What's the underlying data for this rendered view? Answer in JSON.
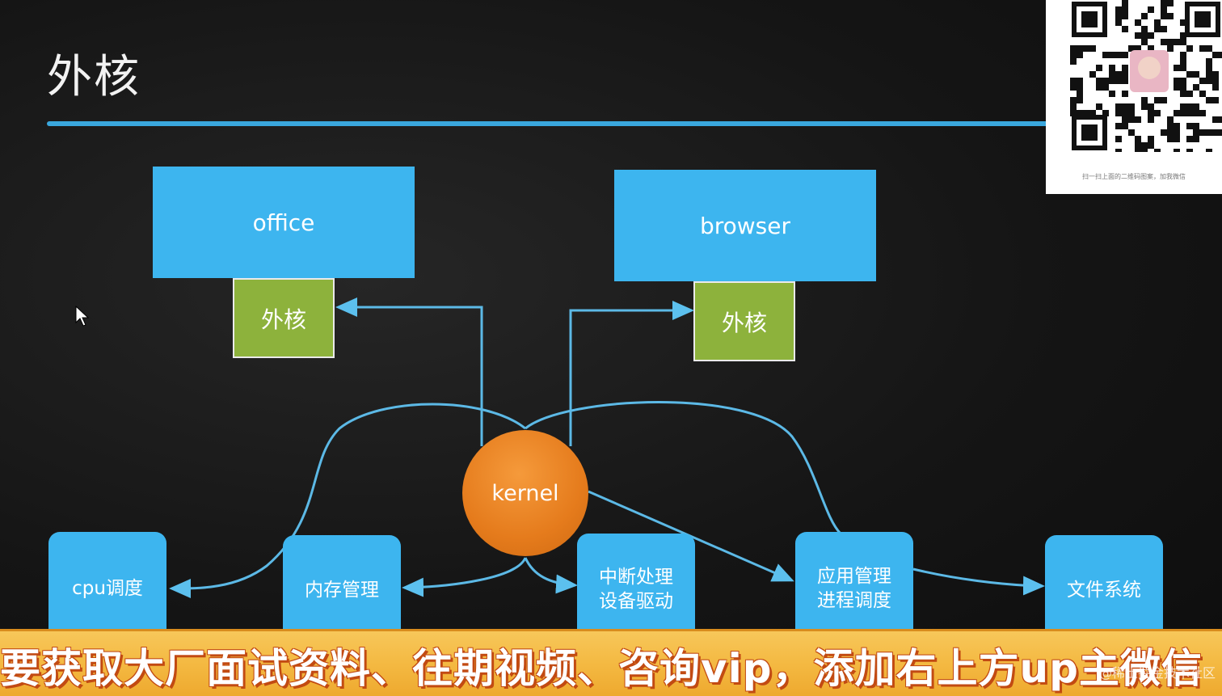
{
  "title": "外核",
  "apps": [
    {
      "label": "office",
      "shell": "外核"
    },
    {
      "label": "browser",
      "shell": "外核"
    }
  ],
  "kernel": "kernel",
  "modules": [
    {
      "line1": "cpu调度",
      "line2": ""
    },
    {
      "line1": "内存管理",
      "line2": ""
    },
    {
      "line1": "中断处理",
      "line2": "设备驱动"
    },
    {
      "line1": "应用管理",
      "line2": "进程调度"
    },
    {
      "line1": "文件系统",
      "line2": ""
    }
  ],
  "qr_caption": "扫一扫上面的二维码图案，加我微信",
  "banner": "要获取大厂面试资料、往期视频、咨询vip，添加右上方up主微信",
  "watermark": "@稀土掘金技术社区",
  "colors": {
    "box_blue": "#3db5ef",
    "shell_green": "#8db23c",
    "kernel_orange": "#e57b1c",
    "wire": "#3aa7dd",
    "banner": "#f4b942"
  }
}
